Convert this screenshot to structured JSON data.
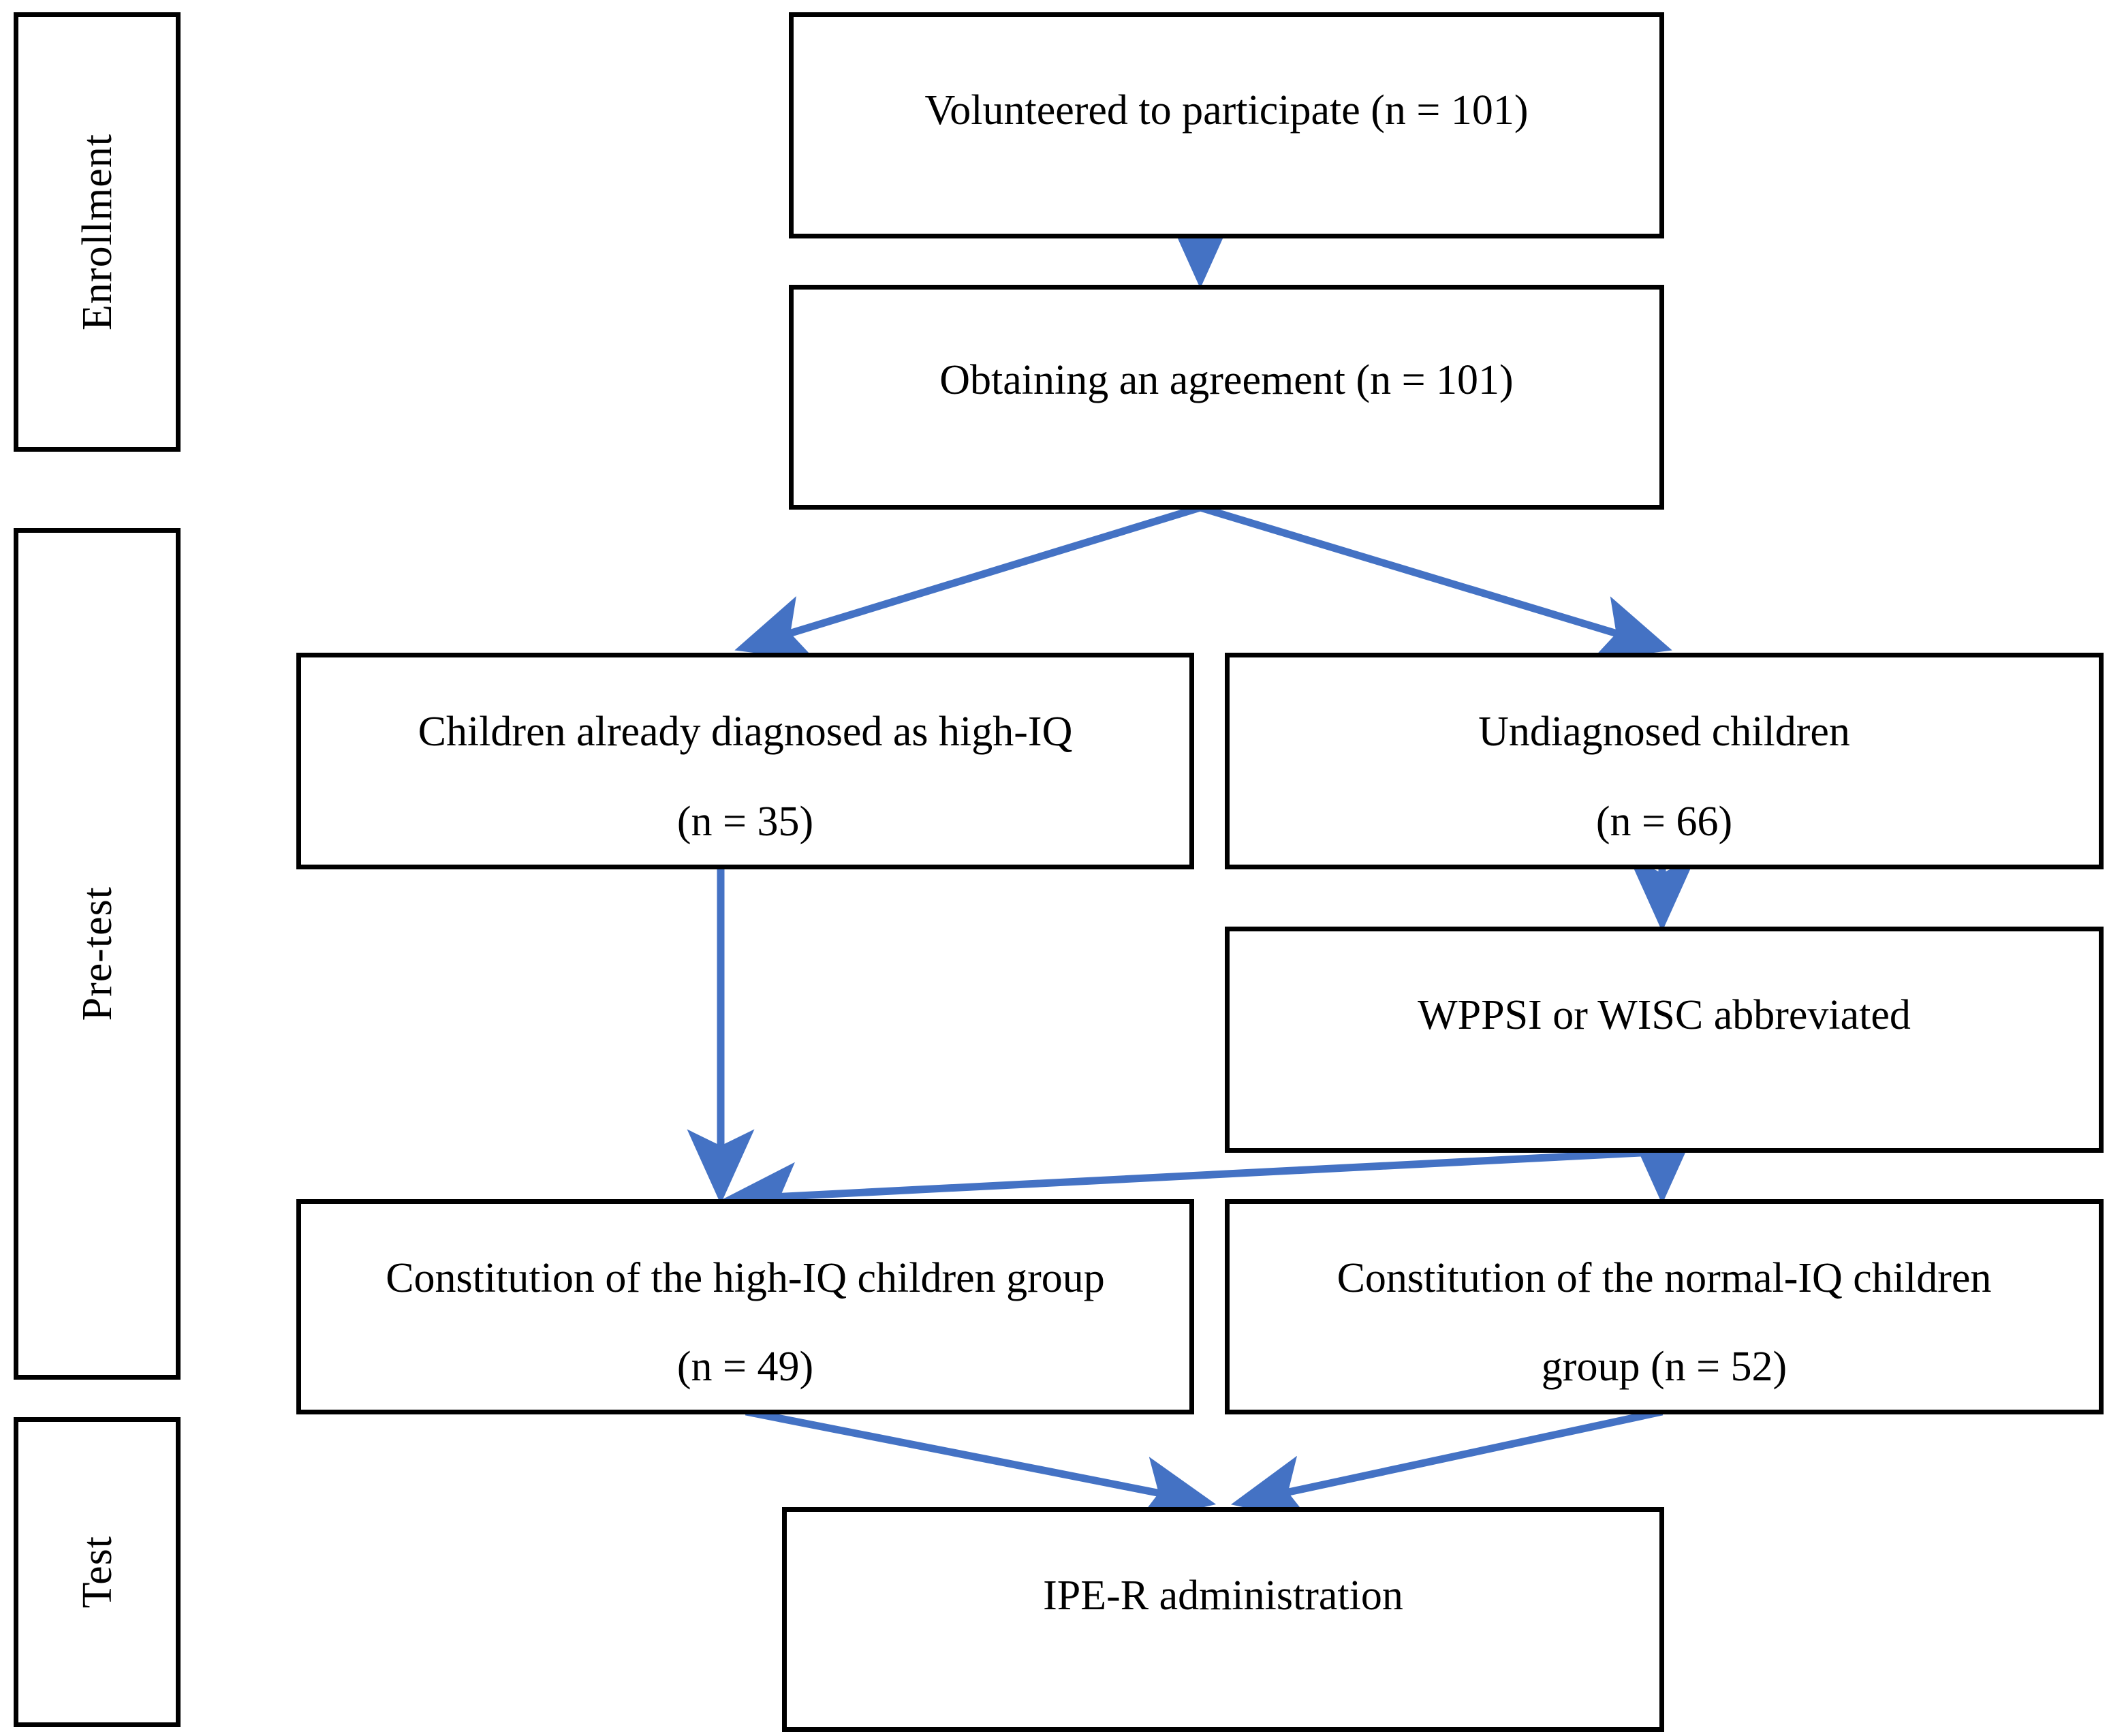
{
  "figure": {
    "type": "flowchart",
    "kind": "participant-flow-diagram",
    "box_border_color": "#000000",
    "arrow_color": "#4472C4",
    "background_color": "#FFFFFF",
    "text_color": "#000000"
  },
  "stages": [
    {
      "id": "enrollment",
      "label": "Enrollment"
    },
    {
      "id": "pretest",
      "label": "Pre-test"
    },
    {
      "id": "test",
      "label": "Test"
    }
  ],
  "nodes": [
    {
      "id": "volunteered",
      "stage": "enrollment",
      "lines": [
        "Volunteered to participate (n = 101)"
      ],
      "n": 101
    },
    {
      "id": "agreement",
      "stage": "enrollment",
      "lines": [
        "Obtaining an agreement (n = 101)"
      ],
      "n": 101
    },
    {
      "id": "already-diagnosed",
      "stage": "pretest",
      "lines": [
        "Children already diagnosed as high-IQ",
        "(n = 35)"
      ],
      "n": 35
    },
    {
      "id": "undiagnosed",
      "stage": "pretest",
      "lines": [
        "Undiagnosed children",
        "(n = 66)"
      ],
      "n": 66
    },
    {
      "id": "wppsi-wisc",
      "stage": "pretest",
      "lines": [
        "WPPSI or WISC abbreviated"
      ],
      "n": null
    },
    {
      "id": "high-iq-group",
      "stage": "pretest",
      "lines": [
        "Constitution of the high-IQ children group",
        "(n = 49)"
      ],
      "n": 49
    },
    {
      "id": "normal-iq-group",
      "stage": "pretest",
      "lines": [
        "Constitution of the normal-IQ children",
        "group (n = 52)"
      ],
      "n": 52
    },
    {
      "id": "ipe-r",
      "stage": "test",
      "lines": [
        "IPE-R administration"
      ],
      "n": null
    }
  ],
  "edges": [
    {
      "from": "volunteered",
      "to": "agreement"
    },
    {
      "from": "agreement",
      "to": "already-diagnosed"
    },
    {
      "from": "agreement",
      "to": "undiagnosed"
    },
    {
      "from": "already-diagnosed",
      "to": "high-iq-group"
    },
    {
      "from": "undiagnosed",
      "to": "wppsi-wisc"
    },
    {
      "from": "wppsi-wisc",
      "to": "high-iq-group"
    },
    {
      "from": "wppsi-wisc",
      "to": "normal-iq-group"
    },
    {
      "from": "high-iq-group",
      "to": "ipe-r"
    },
    {
      "from": "normal-iq-group",
      "to": "ipe-r"
    }
  ]
}
